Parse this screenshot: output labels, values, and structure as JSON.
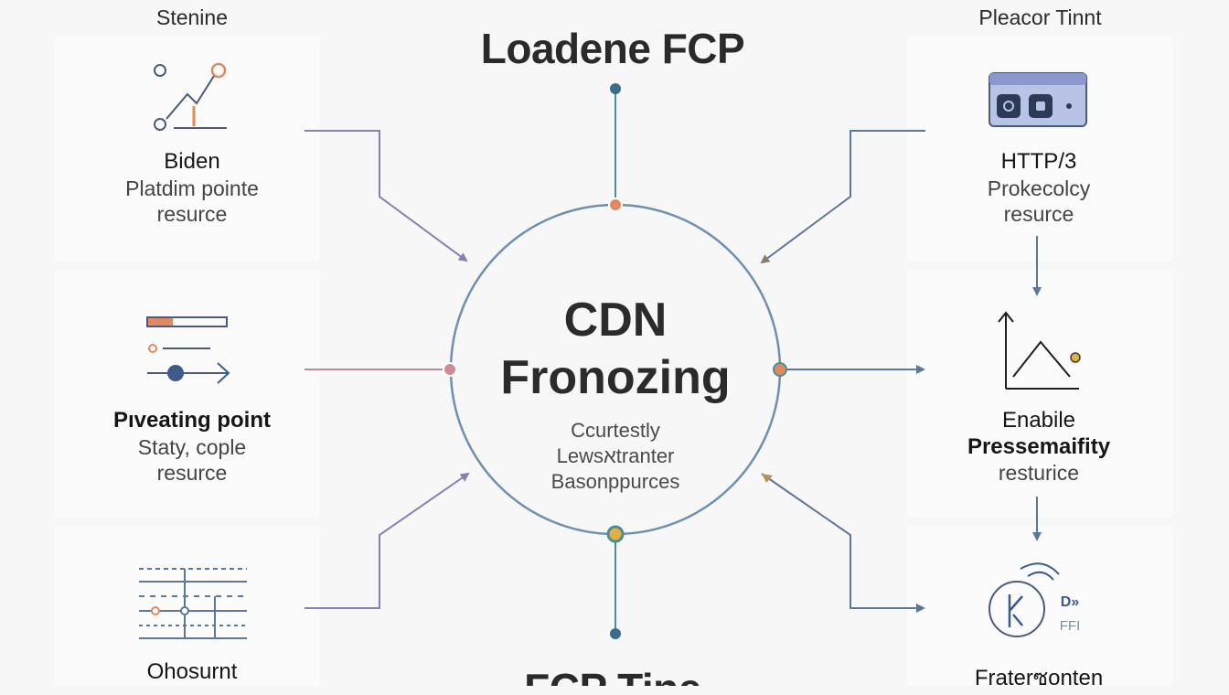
{
  "corner_labels": {
    "top_left": "Stenine",
    "top_right": "Pleacor Tinnt"
  },
  "title": "Loadene FCP",
  "bottom_title": "FCP Tine",
  "center": {
    "line1": "CDN",
    "line2": "Fronozing",
    "sub1": "Ccurtestly",
    "sub2": "Lewsאtranter",
    "sub3": "Basonppurces"
  },
  "left_nodes": [
    {
      "title": "Biden",
      "line2": "Platdim pointe",
      "line3": "resurce",
      "icon": "chart-line-icon"
    },
    {
      "title": "Pıveating point",
      "line2": "Staty, cople",
      "line3": "resurce",
      "icon": "progress-list-icon"
    },
    {
      "title": "Ohosurnt",
      "icon": "grid-layout-icon"
    }
  ],
  "right_nodes": [
    {
      "title": "HTTP/3",
      "line2": "Prokecolcy",
      "line3": "resurce",
      "icon": "browser-window-icon"
    },
    {
      "title": "Enabile",
      "line2": "Pressemaifity",
      "line3": "resturice",
      "icon": "area-chart-icon"
    },
    {
      "title": "Fraterซonten",
      "icon": "timer-wifi-icon",
      "icon_text1": "D»",
      "icon_text2": "FFI"
    }
  ],
  "colors": {
    "circle": "#6f8fb0",
    "connector": "#5b7799",
    "arrow_left": "#8a7fb0",
    "orange": "#e08a62",
    "teal": "#4a8f95",
    "dot_dark": "#3d6b8a"
  }
}
